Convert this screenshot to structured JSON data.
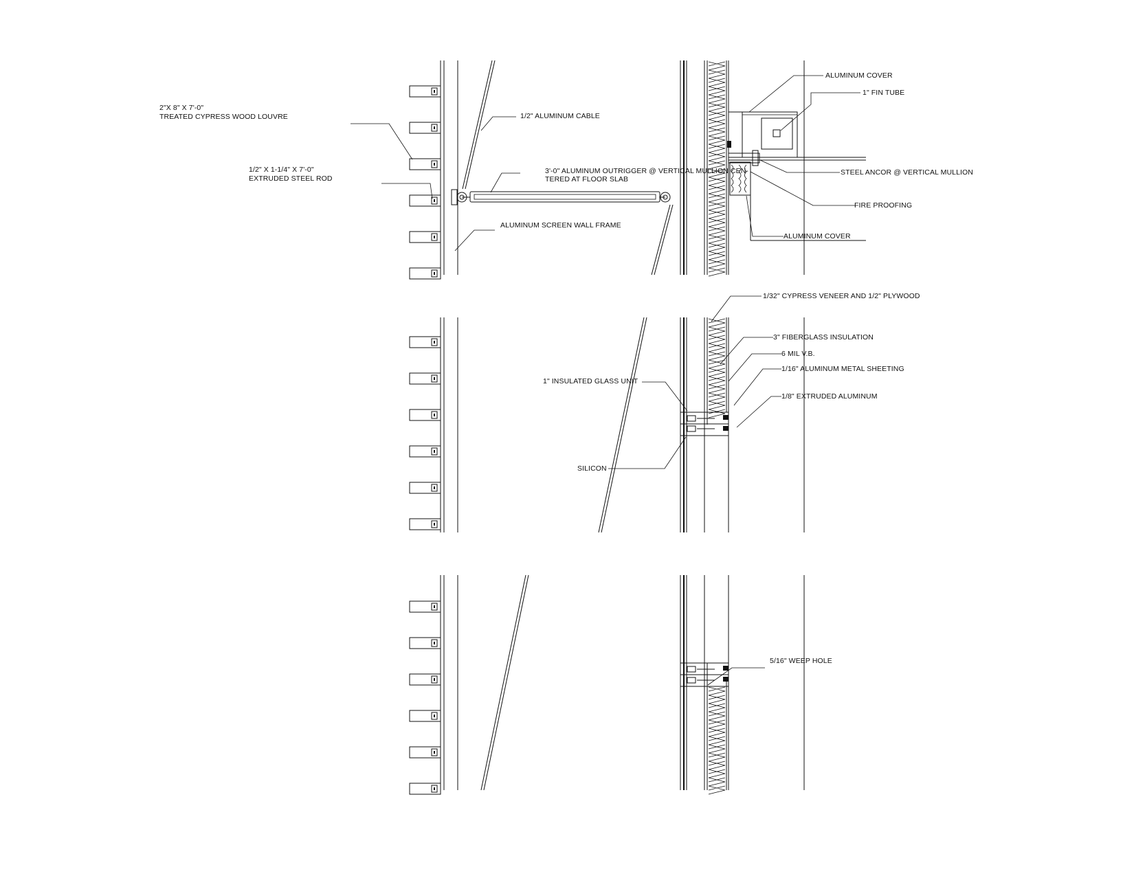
{
  "labels": {
    "louvre_line1": "2\"X 8\" X 7'-0\"",
    "louvre_line2": "TREATED CYPRESS  WOOD LOUVRE",
    "rod_line1": "1/2\" X 1-1/4\" X 7'-0\"",
    "rod_line2": "EXTRUDED STEEL ROD",
    "cable": "1/2\" ALUMINUM CABLE",
    "outrigger_line1": "3'-0\" ALUMINUM OUTRIGGER @ VERTICAL MULLION CEN-",
    "outrigger_line2": "TERED AT FLOOR SLAB",
    "screen_frame": "ALUMINUM SCREEN WALL FRAME",
    "aluminum_cover_top": "ALUMINUM COVER",
    "fin_tube": "1\" FIN TUBE",
    "steel_anchor": "STEEL ANCOR @ VERTICAL MULLION",
    "fire_proofing": "FIRE PROOFING",
    "aluminum_cover_bottom": "ALUMINUM COVER",
    "veneer": "1/32\" CYPRESS VENEER AND 1/2\" PLYWOOD",
    "fiberglass": "3\" FIBERGLASS INSULATION",
    "vapor_barrier": "6 MIL V.B.",
    "metal_sheeting": "1/16\" ALUMINUM METAL SHEETING",
    "extruded_aluminum": "1/8\" EXTRUDED ALUMINUM",
    "glass_unit": "1\" INSULATED GLASS UNIT",
    "silicon": "SILICON",
    "weep_hole": "5/16\" WEEP HOLE"
  }
}
